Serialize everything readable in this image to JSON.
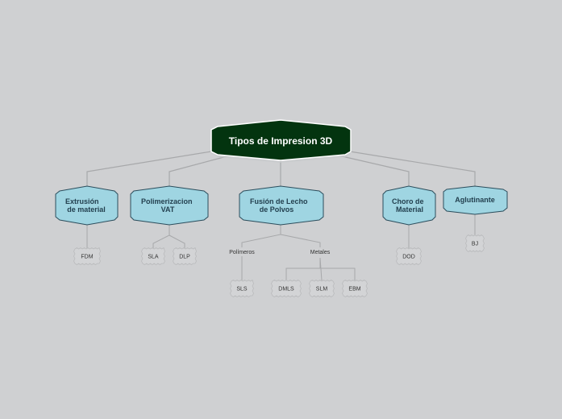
{
  "root": {
    "label": "Tipos de Impresion 3D"
  },
  "categories": [
    {
      "id": "extrusion",
      "lines": [
        "Extrusión",
        "de material"
      ]
    },
    {
      "id": "vat",
      "lines": [
        "Polimerizacion",
        "VAT"
      ]
    },
    {
      "id": "fusion",
      "lines": [
        "Fusión de Lecho",
        "de Polvos"
      ]
    },
    {
      "id": "choro",
      "lines": [
        "Choro de",
        "Material"
      ]
    },
    {
      "id": "aglutinante",
      "lines": [
        "Aglutinante"
      ]
    }
  ],
  "groups": [
    {
      "id": "polimeros",
      "label": "Polímeros"
    },
    {
      "id": "metales",
      "label": "Metales"
    }
  ],
  "leaves": [
    {
      "id": "fdm",
      "label": "FDM"
    },
    {
      "id": "sla",
      "label": "SLA"
    },
    {
      "id": "dlp",
      "label": "DLP"
    },
    {
      "id": "sls",
      "label": "SLS"
    },
    {
      "id": "dmls",
      "label": "DMLS"
    },
    {
      "id": "slm",
      "label": "SLM"
    },
    {
      "id": "ebm",
      "label": "EBM"
    },
    {
      "id": "dod",
      "label": "DOD"
    },
    {
      "id": "bj",
      "label": "BJ"
    }
  ],
  "colors": {
    "background": "#cfd0d2",
    "root_fill": "#03340f",
    "category_fill": "#9fd5e2",
    "category_stroke": "#2b4d5c",
    "leaf_fill": "#d3d4d6",
    "connector": "#a7a8aa"
  }
}
